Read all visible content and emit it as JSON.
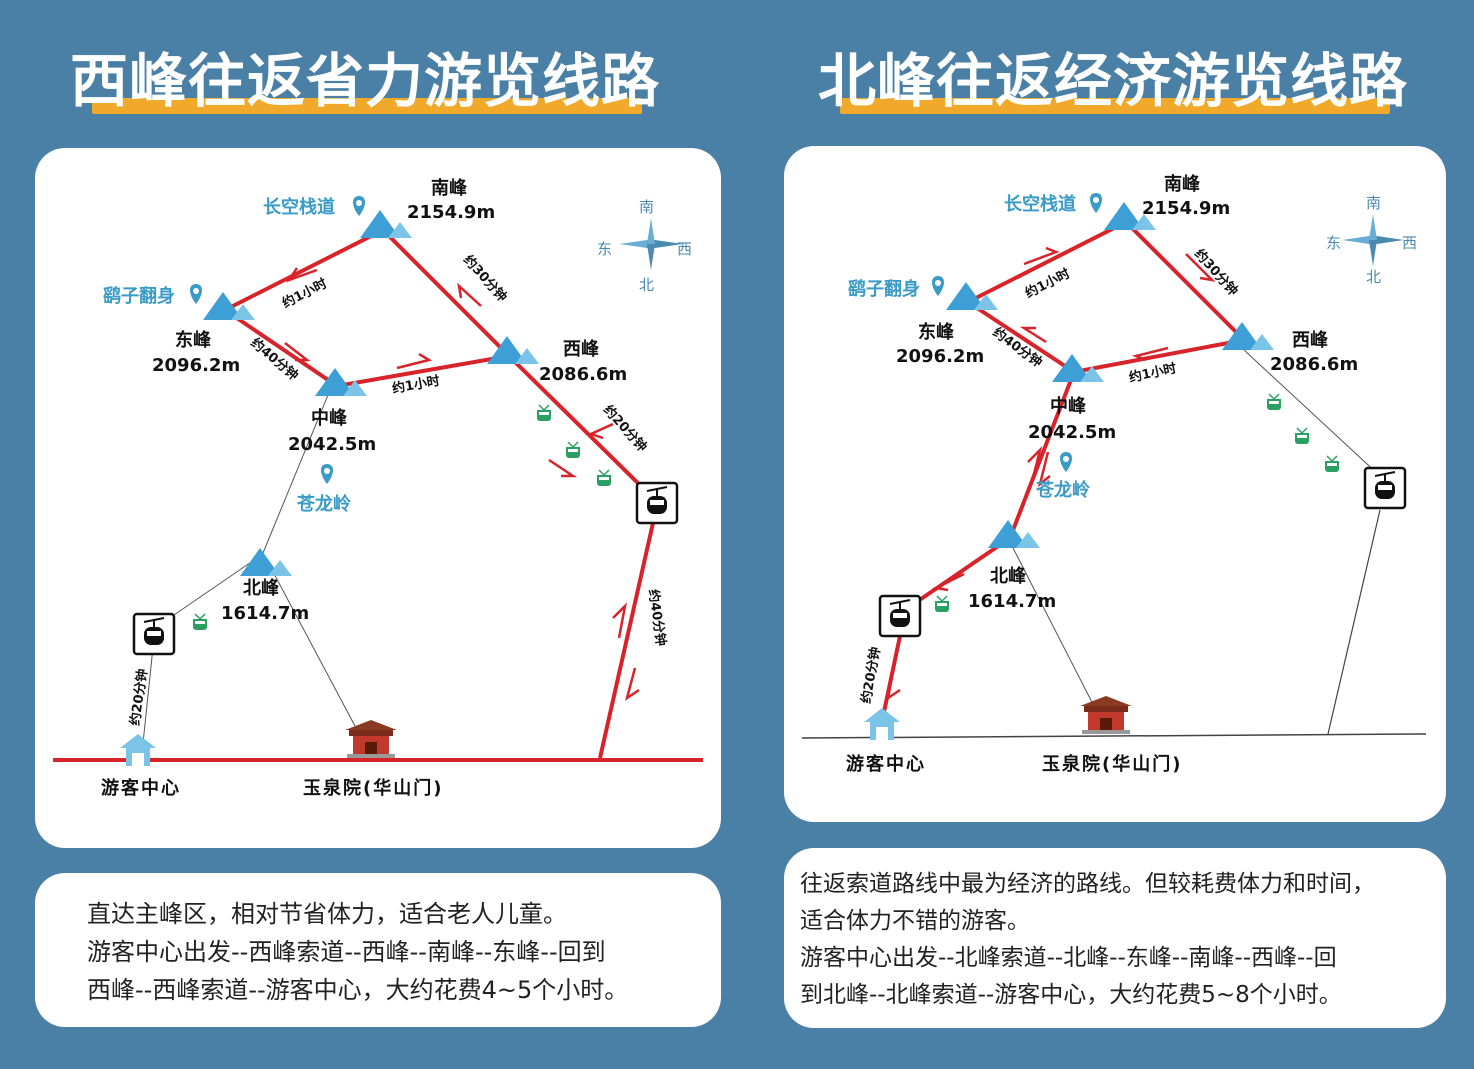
{
  "left": {
    "title": "西峰往返省力游览线路",
    "peaks": {
      "south": {
        "name": "南峰",
        "elev": "2154.9m"
      },
      "east": {
        "name": "东峰",
        "elev": "2096.2m"
      },
      "west": {
        "name": "西峰",
        "elev": "2086.6m"
      },
      "middle": {
        "name": "中峰",
        "elev": "2042.5m"
      },
      "north": {
        "name": "北峰",
        "elev": "1614.7m"
      }
    },
    "pois": [
      "长空栈道",
      "鹞子翻身",
      "苍龙岭"
    ],
    "times": [
      "约1小时",
      "约30分钟",
      "约40分钟",
      "约1小时",
      "约20分钟",
      "约40分钟",
      "约20分钟"
    ],
    "ground": [
      "游客中心",
      "玉泉院(华山门)"
    ],
    "description": [
      "直达主峰区，相对节省体力，适合老人儿童。",
      "游客中心出发--西峰索道--西峰--南峰--东峰--回到",
      "西峰--西峰索道--游客中心，大约花费4~5个小时。"
    ]
  },
  "right": {
    "title": "北峰往返经济游览线路",
    "peaks": {
      "south": {
        "name": "南峰",
        "elev": "2154.9m"
      },
      "east": {
        "name": "东峰",
        "elev": "2096.2m"
      },
      "west": {
        "name": "西峰",
        "elev": "2086.6m"
      },
      "middle": {
        "name": "中峰",
        "elev": "2042.5m"
      },
      "north": {
        "name": "北峰",
        "elev": "1614.7m"
      }
    },
    "pois": [
      "长空栈道",
      "鹞子翻身",
      "苍龙岭"
    ],
    "times": [
      "约1小时",
      "约30分钟",
      "约40分钟",
      "约1小时",
      "约20分钟"
    ],
    "ground": [
      "游客中心",
      "玉泉院(华山门)"
    ],
    "description": [
      "往返索道路线中最为经济的路线。但较耗费体力和时间，",
      "适合体力不错的游客。",
      "游客中心出发--北峰索道--北峰--东峰--南峰--西峰--回",
      "到北峰--北峰索道--游客中心，大约花费5~8个小时。"
    ]
  },
  "compass": {
    "n": "南",
    "s": "北",
    "e": "东",
    "w": "西"
  },
  "colors": {
    "background": "#4a7fa6",
    "route": "#d8232a",
    "accent": "#f0a92a",
    "mountain": "#3d9fd6",
    "poi": "#3a9bc6"
  }
}
